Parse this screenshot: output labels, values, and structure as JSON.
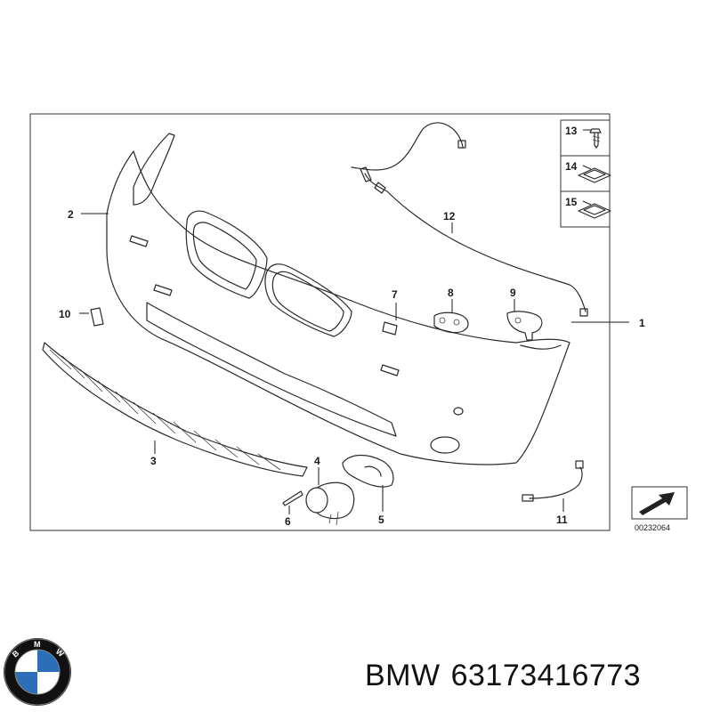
{
  "diagram": {
    "reference_code": "00232064",
    "callouts": [
      {
        "id": "1",
        "label": "1"
      },
      {
        "id": "2",
        "label": "2"
      },
      {
        "id": "3",
        "label": "3"
      },
      {
        "id": "4",
        "label": "4"
      },
      {
        "id": "5",
        "label": "5"
      },
      {
        "id": "6",
        "label": "6"
      },
      {
        "id": "7",
        "label": "7"
      },
      {
        "id": "8",
        "label": "8"
      },
      {
        "id": "9",
        "label": "9"
      },
      {
        "id": "10",
        "label": "10"
      },
      {
        "id": "11",
        "label": "11"
      },
      {
        "id": "12",
        "label": "12"
      },
      {
        "id": "13",
        "label": "13"
      },
      {
        "id": "14",
        "label": "14"
      },
      {
        "id": "15",
        "label": "15"
      }
    ]
  },
  "caption": {
    "brand": "BMW",
    "part_number": "63173416773"
  },
  "logo": {
    "letters": "BMW",
    "colors": {
      "ring": "#111111",
      "blue": "#2b6fb8",
      "white": "#ffffff"
    }
  }
}
